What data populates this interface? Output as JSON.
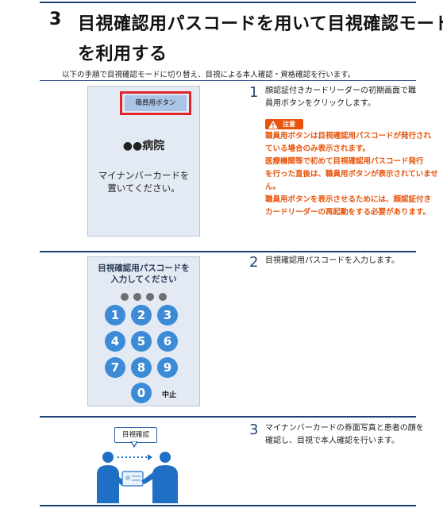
{
  "section": {
    "number": "3",
    "title_line1": "目視確認用パスコードを用いて目視確認モード",
    "title_line2": "を利用する"
  },
  "intro": "以下の手順で目視確認モードに切り替え、目視による本人確認・資格確認を行います。",
  "step1": {
    "number": "1",
    "text_line1": "顔認証付きカードリーダーの初期画面で職",
    "text_line2": "員用ボタンをクリックします。",
    "staff_button_label": "職員用ボタン",
    "hospital_name": "●●病院",
    "screen_msg_line1": "マイナンバーカードを",
    "screen_msg_line2": "置いてください。",
    "caution_label": "注意",
    "caution_lines": [
      "職員用ボタンは目視確認用パスコードが発行され",
      "ている場合のみ表示されます。",
      "医療機関等で初めて目視確認用パスコード発行",
      "を行った直後は、職員用ボタンが表示されていませ",
      "ん。",
      "職員用ボタンを表示させるためには、顔認証付き",
      "カードリーダーの再起動をする必要があります。"
    ]
  },
  "step2": {
    "number": "2",
    "text": "目視確認用パスコードを入力します。",
    "screen_title_line1": "目視確認用パスコードを",
    "screen_title_line2": "入力してください",
    "keys": [
      "1",
      "2",
      "3",
      "4",
      "5",
      "6",
      "7",
      "8",
      "9",
      "0"
    ],
    "cancel_label": "中止"
  },
  "step3": {
    "number": "3",
    "text_line1": "マイナンバーカードの券面写真と患者の顔を",
    "text_line2": "確認し、目視で本人確認を行います。",
    "badge_label": "目視確認"
  },
  "colors": {
    "rule": "#1f3f75",
    "panel": "#e3eaf4",
    "key": "#3c8bd6",
    "warning": "#e8540c",
    "highlight": "#e0262b"
  }
}
